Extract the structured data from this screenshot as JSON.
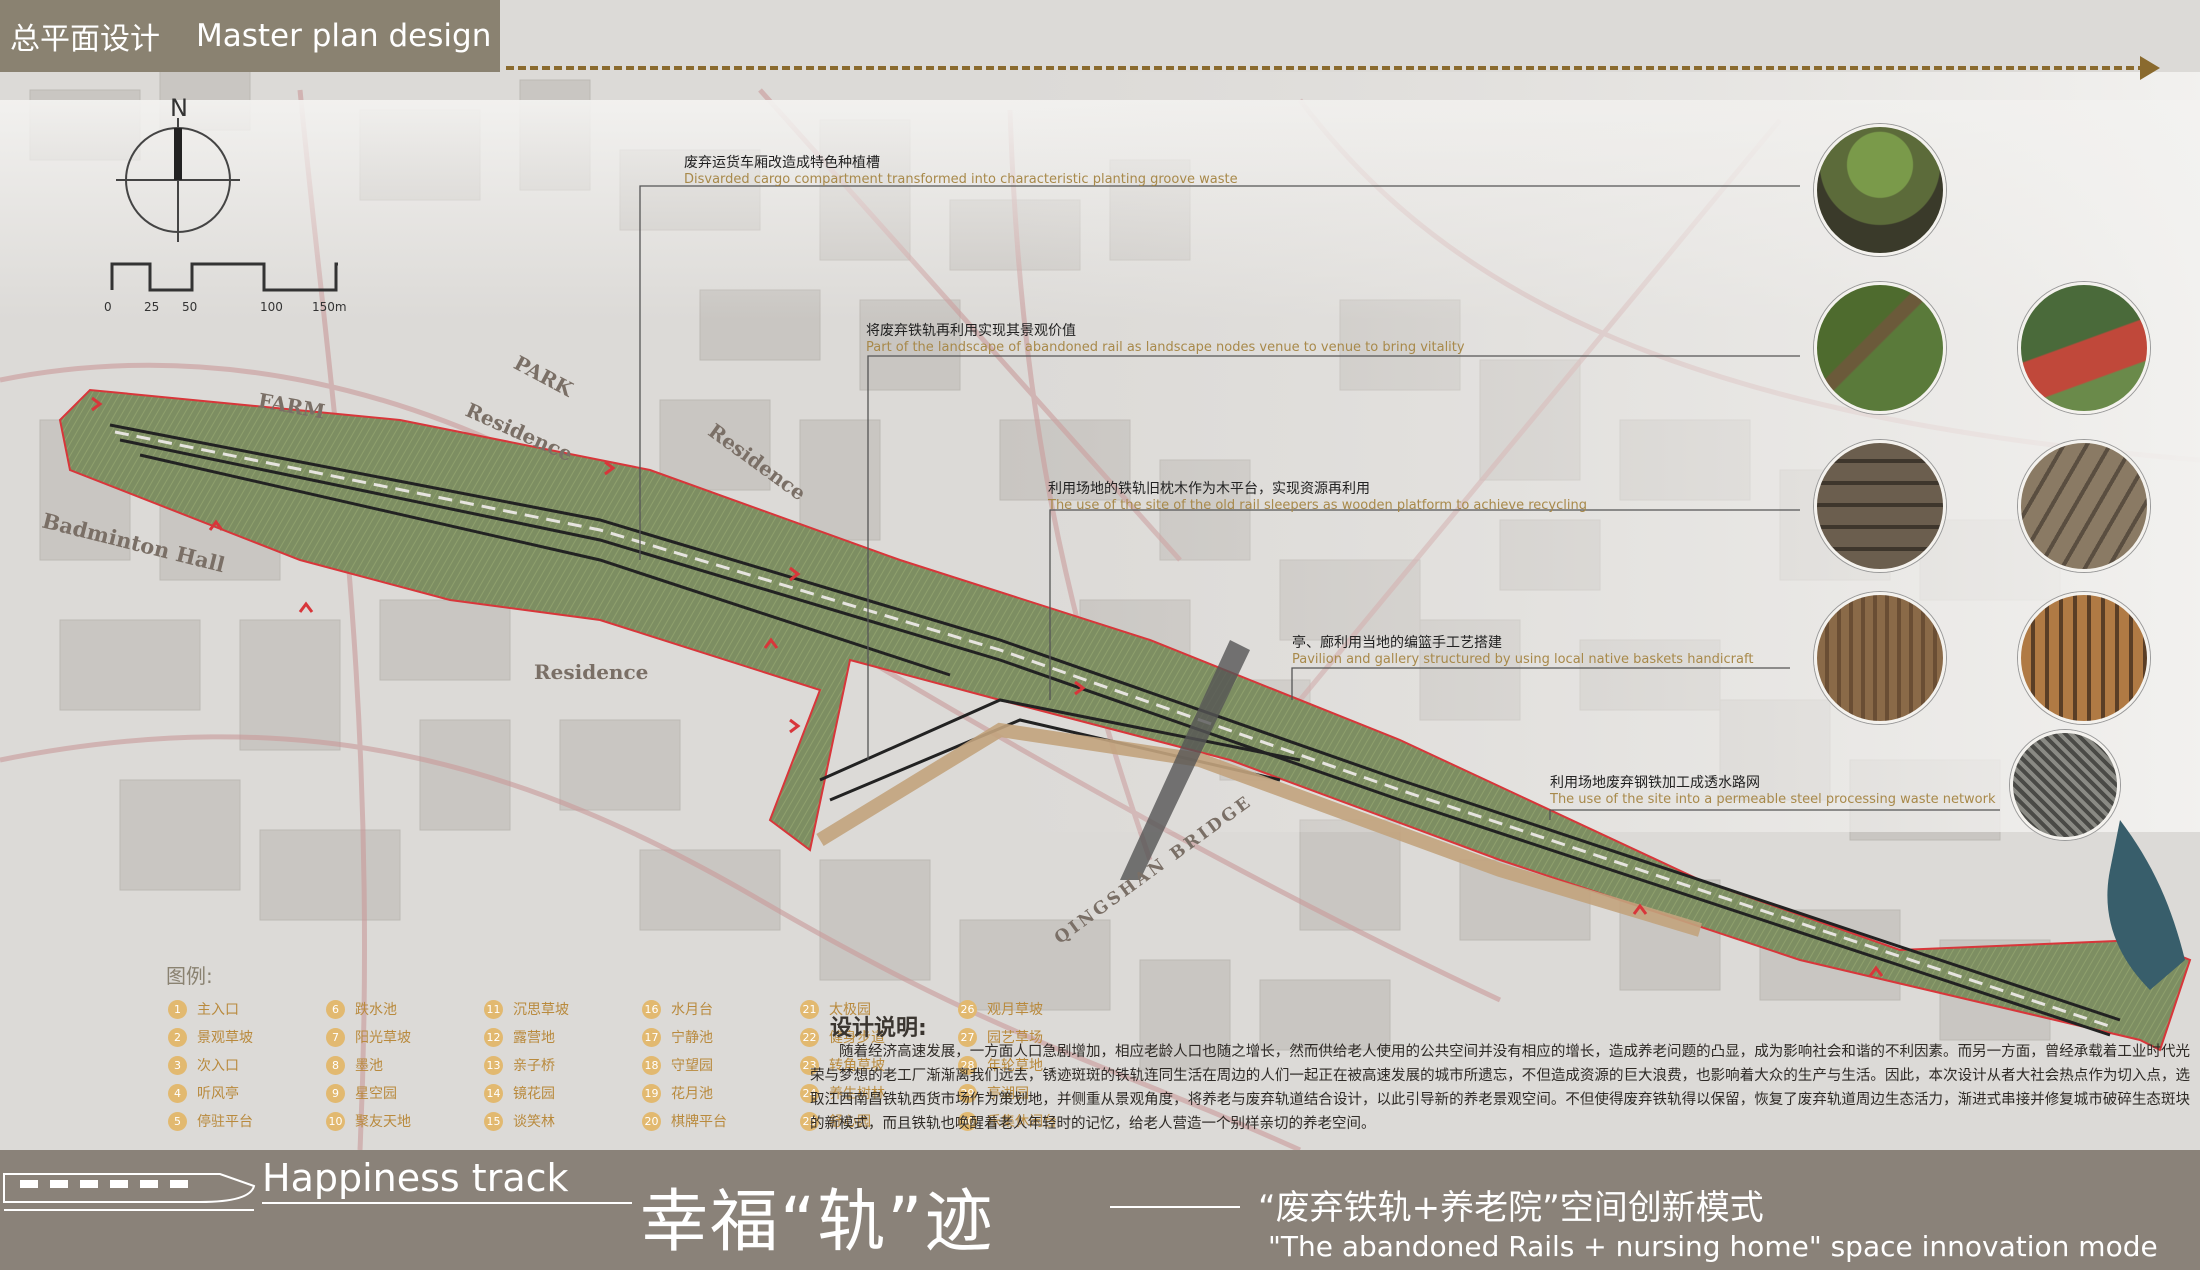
{
  "header": {
    "title_zh": "总平面设计",
    "title_en": "Master plan design"
  },
  "compass": {
    "north_label": "N"
  },
  "scale_bar": {
    "ticks": [
      "0",
      "25",
      "50",
      "100",
      "150m"
    ]
  },
  "place_labels": {
    "farm": "FARM",
    "park": "PARK",
    "residence_1": "Residence",
    "residence_2": "Residence",
    "residence_3": "Residence",
    "badminton": "Badminton Hall",
    "bridge": "QINGSHAN BRIDGE"
  },
  "callouts": [
    {
      "zh": "废弃运货车厢改造成特色种植槽",
      "en": "Disvarded cargo compartment transformed into characteristic planting groove waste"
    },
    {
      "zh": "将废弃铁轨再利用实现其景观价值",
      "en": "Part of the landscape of abandoned rail as landscape nodes venue to venue to bring vitality"
    },
    {
      "zh": "利用场地的铁轨旧枕木作为木平台，实现资源再利用",
      "en": "The use of the site of the old rail sleepers as wooden platform to achieve recycling"
    },
    {
      "zh": "亭、廊利用当地的编篮手工艺搭建",
      "en": "Pavilion and gallery structured by using local native baskets handicraft"
    },
    {
      "zh": "利用场地废弃钢铁加工成透水路网",
      "en": "The use of the site into a permeable steel processing waste network"
    }
  ],
  "legend": {
    "title": "图例:",
    "items": [
      {
        "n": "1",
        "label": "主入口"
      },
      {
        "n": "6",
        "label": "跌水池"
      },
      {
        "n": "11",
        "label": "沉思草坡"
      },
      {
        "n": "16",
        "label": "水月台"
      },
      {
        "n": "21",
        "label": "太极园"
      },
      {
        "n": "26",
        "label": "观月草坡"
      },
      {
        "n": "2",
        "label": "景观草坡"
      },
      {
        "n": "7",
        "label": "阳光草坡"
      },
      {
        "n": "12",
        "label": "露营地"
      },
      {
        "n": "17",
        "label": "宁静池"
      },
      {
        "n": "22",
        "label": "健身步道"
      },
      {
        "n": "27",
        "label": "园艺草场"
      },
      {
        "n": "3",
        "label": "次入口"
      },
      {
        "n": "8",
        "label": "墨池"
      },
      {
        "n": "13",
        "label": "亲子桥"
      },
      {
        "n": "18",
        "label": "守望园"
      },
      {
        "n": "23",
        "label": "转角草坡"
      },
      {
        "n": "28",
        "label": "年轮草地"
      },
      {
        "n": "4",
        "label": "听风亭"
      },
      {
        "n": "9",
        "label": "星空园"
      },
      {
        "n": "14",
        "label": "镜花园"
      },
      {
        "n": "19",
        "label": "花月池"
      },
      {
        "n": "24",
        "label": "养生树林"
      },
      {
        "n": "29",
        "label": "亭湖园"
      },
      {
        "n": "5",
        "label": "停驻平台"
      },
      {
        "n": "10",
        "label": "聚友天地"
      },
      {
        "n": "15",
        "label": "谈笑林"
      },
      {
        "n": "20",
        "label": "棋牌平台"
      },
      {
        "n": "25",
        "label": "舒心园"
      },
      {
        "n": "30",
        "label": "乐集休闲台"
      }
    ]
  },
  "description": {
    "title": "设计说明:",
    "body": "随着经济高速发展，一方面人口急剧增加，相应老龄人口也随之增长，然而供给老人使用的公共空间并没有相应的增长，造成养老问题的凸显，成为影响社会和谐的不利因素。而另一方面，曾经承载着工业时代光荣与梦想的老工厂渐渐离我们远去，锈迹斑斑的铁轨连同生活在周边的人们一起正在被高速发展的城市所遗忘，不但造成资源的巨大浪费，也影响着大众的生产与生活。因此，本次设计从者大社会热点作为切入点，选取江西南昌铁轨西货市场作为策划地，并侧重从景观角度，将养老与废弃轨道结合设计，以此引导新的养老景观空间。不但使得废弃铁轨得以保留，恢复了废弃轨道周边生态活力，渐进式串接并修复城市破碎生态斑块的新模式，而且铁轨也唤醒着老人年轻时的记忆，给老人营造一个别样亲切的养老空间。"
  },
  "footer": {
    "title_en": "Happiness track",
    "title_zh": "幸福“轨”迹",
    "subtitle_zh": "“废弃铁轨+养老院”空间创新模式",
    "subtitle_en": "\"The abandoned Rails + nursing home\" space innovation mode"
  },
  "colors": {
    "header_bg": "#8a8271",
    "accent_gold": "#a8894a",
    "legend_badge": "#e2b970",
    "footer_bg": "#8a8279",
    "route_red": "#d8363a"
  }
}
